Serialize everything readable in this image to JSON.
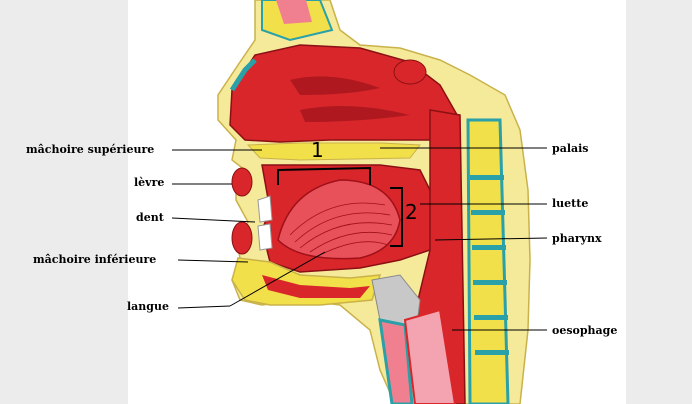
{
  "labels": {
    "machoire_superieure": "mâchoire supérieure",
    "levre": "lèvre",
    "dent": "dent",
    "machoire_inferieure": "mâchoire inférieure",
    "langue": "langue",
    "palais": "palais",
    "luette": "luette",
    "pharynx": "pharynx",
    "oesophage": "oesophage"
  },
  "markers": {
    "one": "1",
    "two": "2"
  },
  "colors": {
    "background": "#ececec",
    "panel": "#ffffff",
    "tissue_red": "#d9262a",
    "tissue_dark": "#b01820",
    "bone_yellow": "#f2e04a",
    "skin_yellow": "#f5e99a",
    "teal": "#2aa0a8",
    "pink": "#f08090",
    "gray": "#c8c8c8"
  }
}
